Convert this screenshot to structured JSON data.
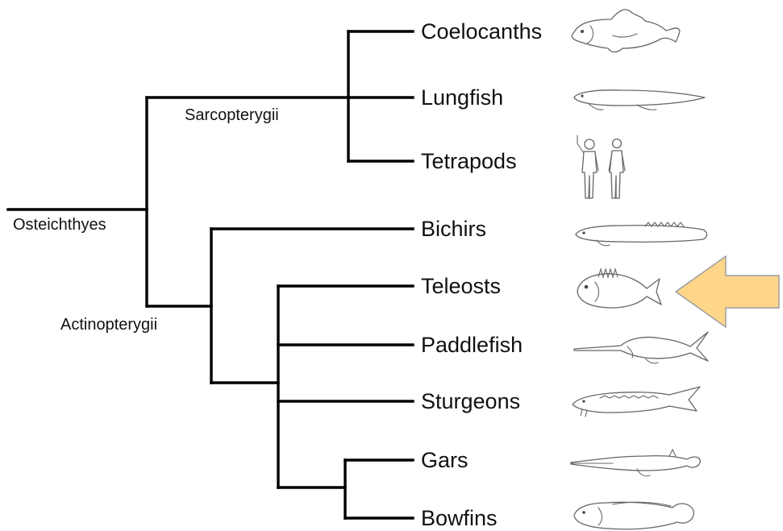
{
  "root_label": "Osteichthyes",
  "clades": {
    "sarcopterygii": "Sarcopterygii",
    "actinopterygii": "Actinopterygii"
  },
  "taxa": [
    {
      "label": "Coelocanths",
      "icon": "coelacanth-icon"
    },
    {
      "label": "Lungfish",
      "icon": "lungfish-icon"
    },
    {
      "label": "Tetrapods",
      "icon": "humans-icon"
    },
    {
      "label": "Bichirs",
      "icon": "bichir-icon"
    },
    {
      "label": "Teleosts",
      "icon": "teleost-fish-icon"
    },
    {
      "label": "Paddlefish",
      "icon": "paddlefish-icon"
    },
    {
      "label": "Sturgeons",
      "icon": "sturgeon-icon"
    },
    {
      "label": "Gars",
      "icon": "gar-icon"
    },
    {
      "label": "Bowfins",
      "icon": "bowfin-icon"
    }
  ],
  "highlight": {
    "taxon": "Teleosts",
    "arrow_color": "#FDD68A",
    "arrow_outline": "#9A9AA0"
  }
}
